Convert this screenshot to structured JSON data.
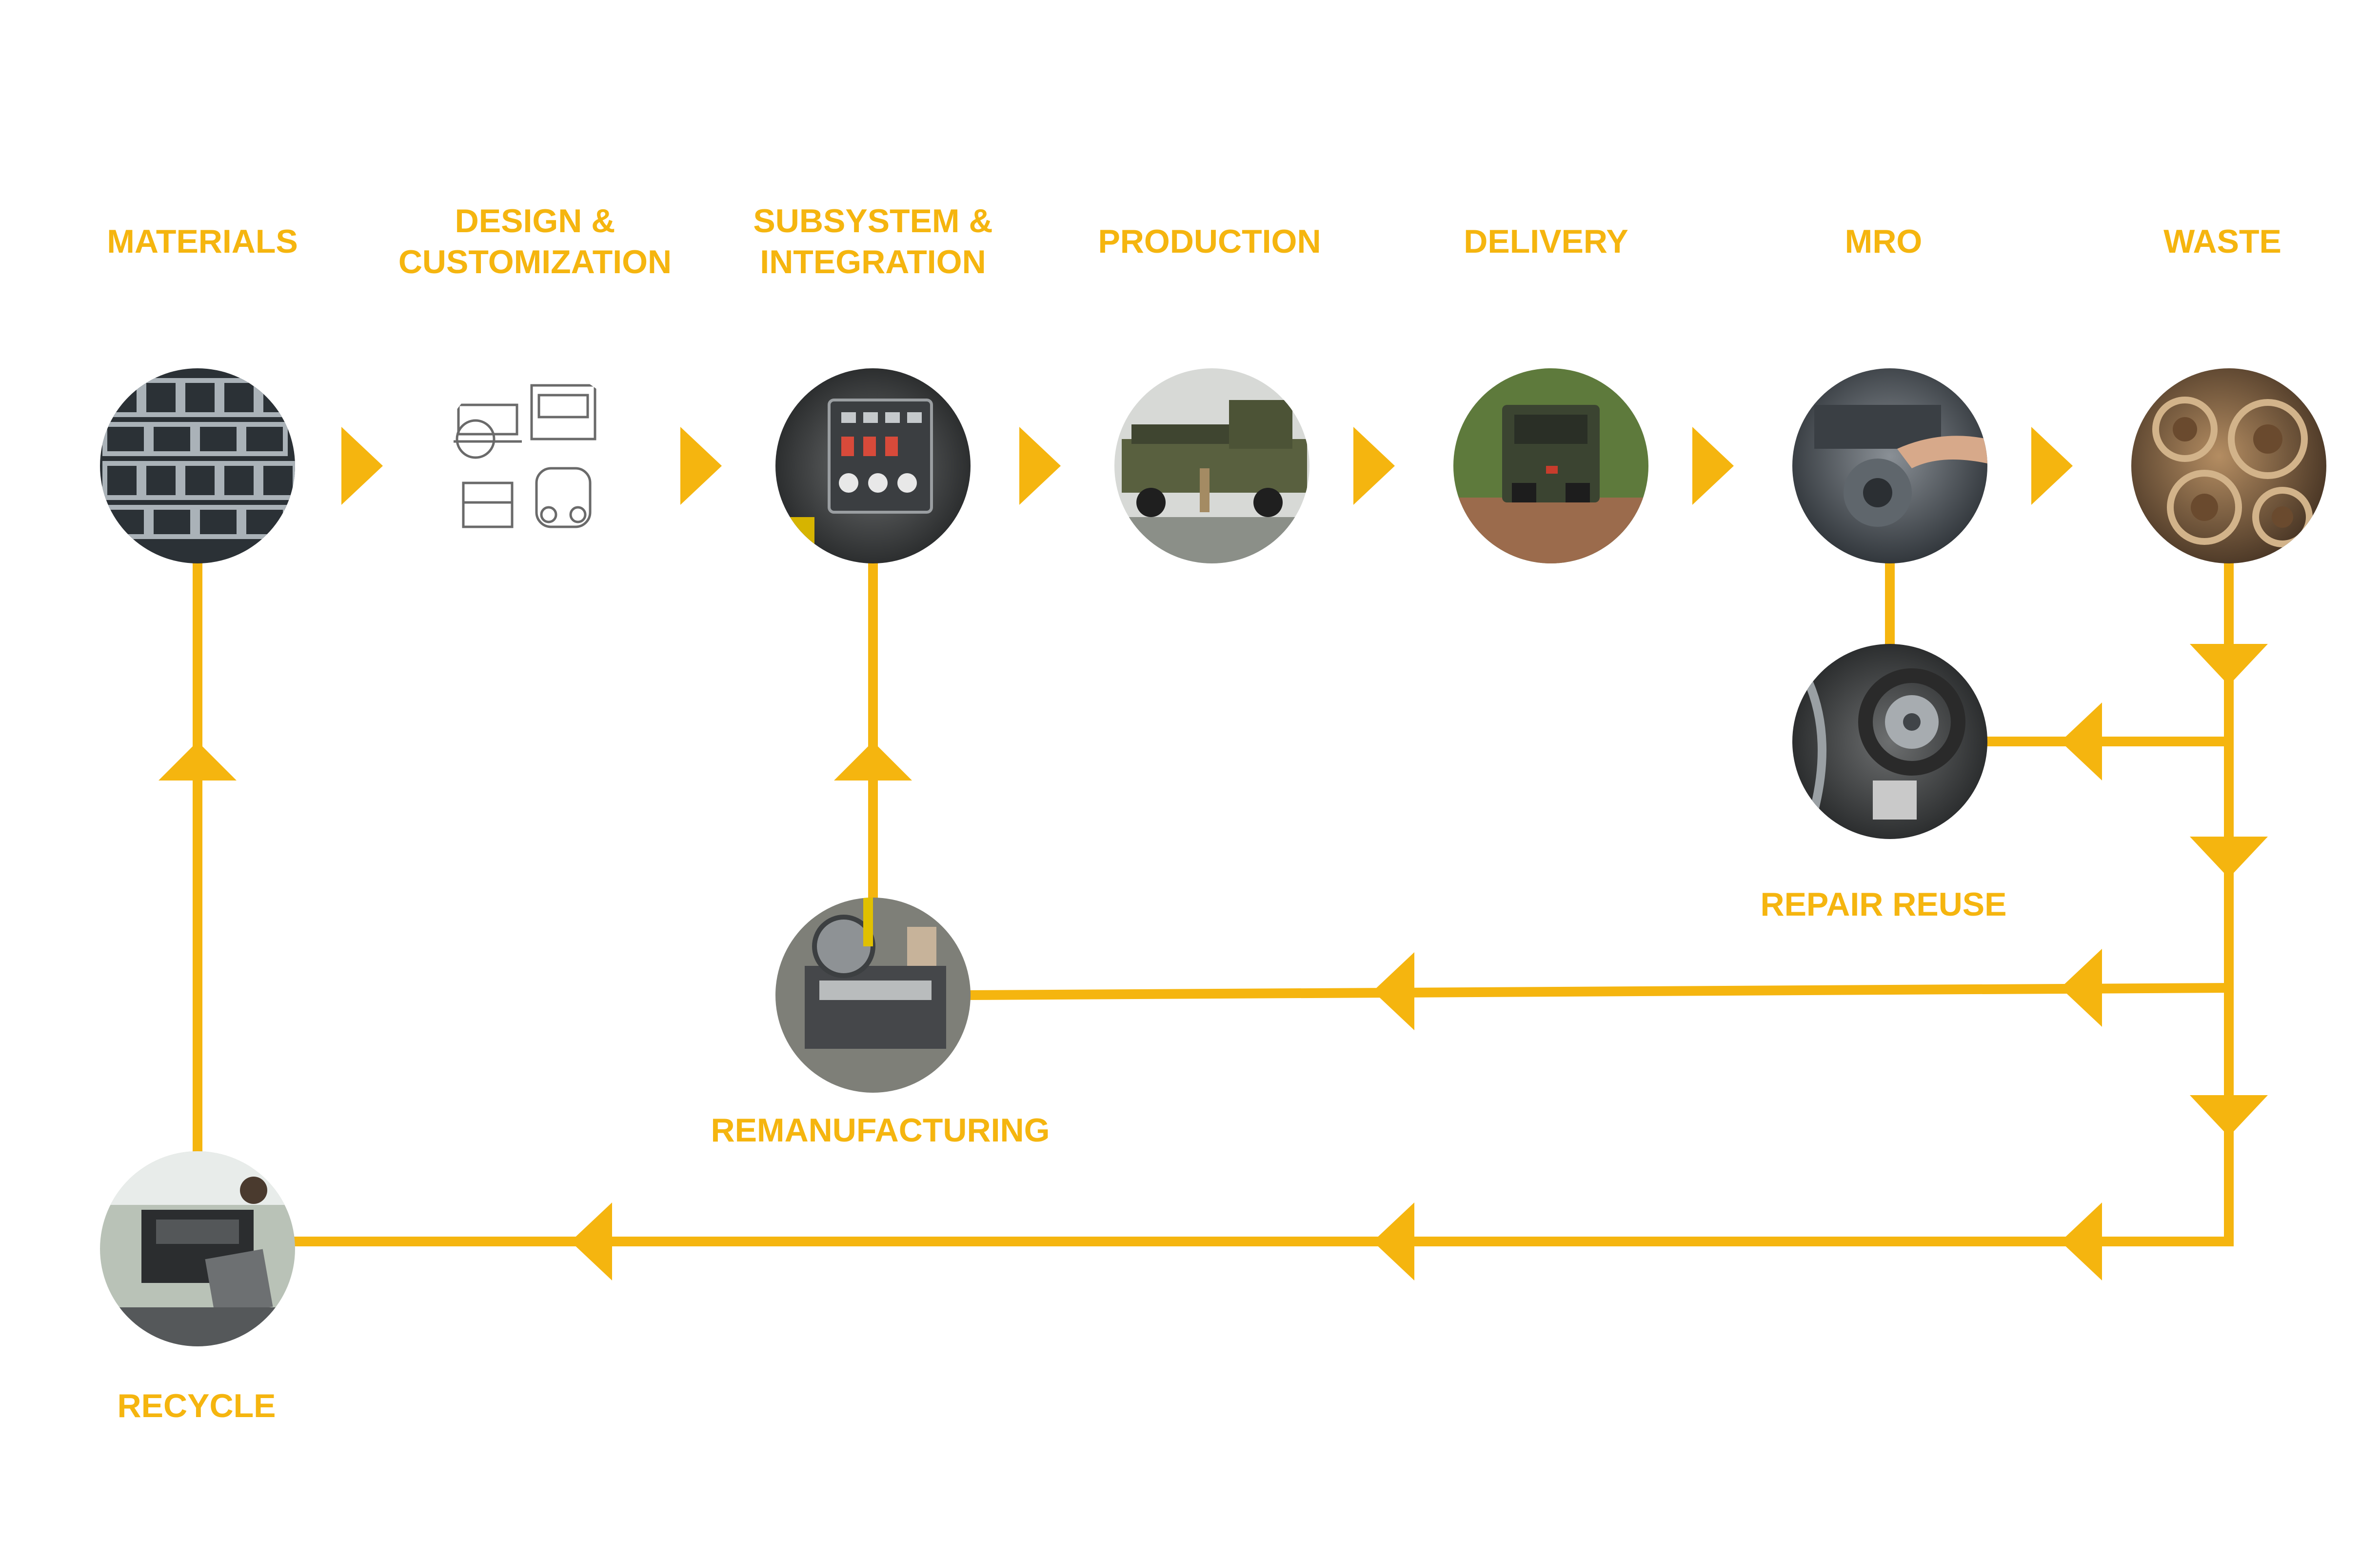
{
  "colors": {
    "accent": "#f5b50f",
    "background": "#ffffff"
  },
  "stages": [
    {
      "id": "materials",
      "label": "MATERIALS",
      "icon": "steel-tubes-photo"
    },
    {
      "id": "design",
      "label": "DESIGN &\nCUSTOMIZATION",
      "icon": "technical-drawing-photo"
    },
    {
      "id": "subsystem",
      "label": "SUBSYSTEM &\nINTEGRATION",
      "icon": "control-panel-photo"
    },
    {
      "id": "production",
      "label": "PRODUCTION",
      "icon": "truck-assembly-photo"
    },
    {
      "id": "delivery",
      "label": "DELIVERY",
      "icon": "military-truck-photo"
    },
    {
      "id": "mro",
      "label": "MRO",
      "icon": "engine-repair-photo"
    },
    {
      "id": "waste",
      "label": "WASTE",
      "icon": "gears-scrap-photo"
    }
  ],
  "loops": [
    {
      "id": "repair-reuse",
      "label": "REPAIR REUSE",
      "icon": "timing-belt-photo"
    },
    {
      "id": "remanufacturing",
      "label": "REMANUFACTURING",
      "icon": "engine-block-photo"
    },
    {
      "id": "recycle",
      "label": "RECYCLE",
      "icon": "workshop-photo"
    }
  ]
}
